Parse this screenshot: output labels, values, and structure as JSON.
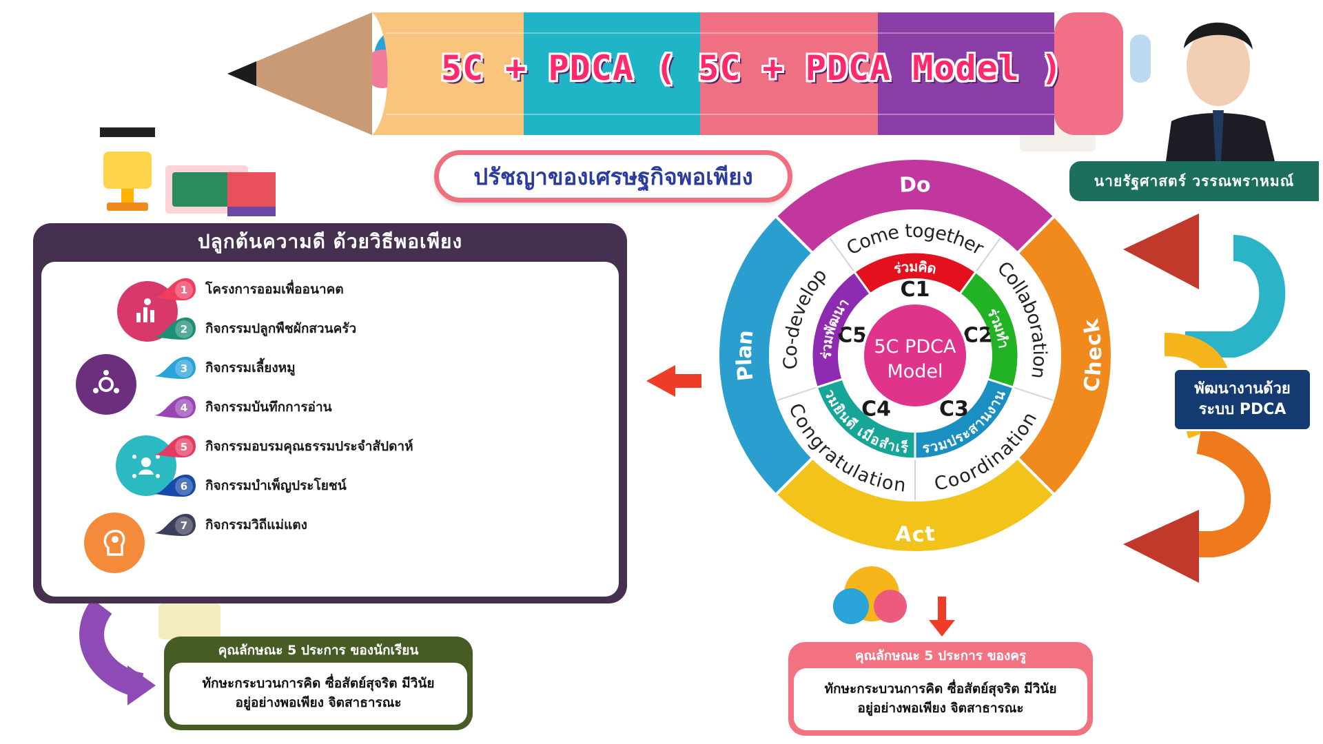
{
  "banner": {
    "title": "5C + PDCA ( 5C + PDCA Model )"
  },
  "subtitle": "ปรัชญาของเศรษฐกิจพอเพียง",
  "author": {
    "name": "นายรัฐศาสตร์ วรรณพราหมณ์"
  },
  "panel": {
    "title": "ปลูกต้นความดี  ด้วยวิธีพอเพียง",
    "items": [
      {
        "number": "1",
        "label": "โครงการออมเพื่ออนาคต",
        "color": "#ee3d5e"
      },
      {
        "number": "2",
        "label": "กิจกรรมปลูกพืชผักสวนครัว",
        "color": "#1c8f74"
      },
      {
        "number": "3",
        "label": "กิจกรรมเลี้ยงหมู",
        "color": "#2aa3d8"
      },
      {
        "number": "4",
        "label": "กิจกรรมบันทึกการอ่าน",
        "color": "#9a47b5"
      },
      {
        "number": "5",
        "label": "กิจกรรมอบรมคุณธรรมประจำสัปดาห์",
        "color": "#e23c63"
      },
      {
        "number": "6",
        "label": "กิจกรรมบำเพ็ญประโยชน์",
        "color": "#1649a8"
      },
      {
        "number": "7",
        "label": "กิจกรรมวิถีแม่แตง",
        "color": "#3c3f5a"
      }
    ]
  },
  "student_box": {
    "title": "คุณลักษณะ 5 ประการ ของนักเรียน",
    "line1": "ทักษะกระบวนการคิด ซื่อสัตย์สุจริต มีวินัย",
    "line2": "อยู่อย่างพอเพียง จิตสาธารณะ"
  },
  "teacher_box": {
    "title": "คุณลักษณะ 5 ประการ ของครู",
    "line1": "ทักษะกระบวนการคิด ซื่อสัตย์สุจริต มีวินัย",
    "line2": "อยู่อย่างพอเพียง จิตสาธารณะ"
  },
  "pdca_box": {
    "line1": "พัฒนางานด้วย",
    "line2": "ระบบ PDCA"
  },
  "wheel": {
    "center": {
      "line1": "5C PDCA",
      "line2": "Model"
    },
    "outer": [
      {
        "label": "Plan",
        "color": "#2a9fcf"
      },
      {
        "label": "Do",
        "color": "#c1379d"
      },
      {
        "label": "Check",
        "color": "#f08a1d"
      },
      {
        "label": "Act",
        "color": "#f2c31b"
      }
    ],
    "middle": [
      "Come together",
      "Collaboration",
      "Coordination",
      "Congratulation",
      "Co-develop"
    ],
    "segments": [
      {
        "code": "C1",
        "thai": "ร่วมคิด",
        "color": "#e3101e"
      },
      {
        "code": "C2",
        "thai": "ร่วมทำ",
        "color": "#21b323"
      },
      {
        "code": "C3",
        "thai": "รวมประสานงาน",
        "color": "#1a8fc2"
      },
      {
        "code": "C4",
        "thai": "ร่วมยินดี เมื่อสำเร็จ",
        "color": "#17a597"
      },
      {
        "code": "C5",
        "thai": "ร่วมพัฒนา",
        "color": "#8e2bb0"
      }
    ]
  }
}
